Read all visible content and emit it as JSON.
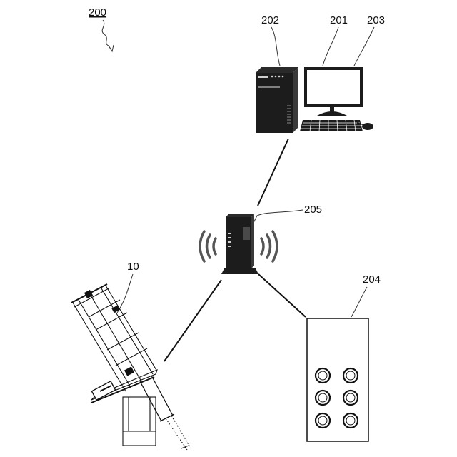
{
  "figure": {
    "labels": {
      "system": "200",
      "computer": "201",
      "tower": "202",
      "monitor": "203",
      "remote": "204",
      "router": "205",
      "device": "10"
    }
  }
}
